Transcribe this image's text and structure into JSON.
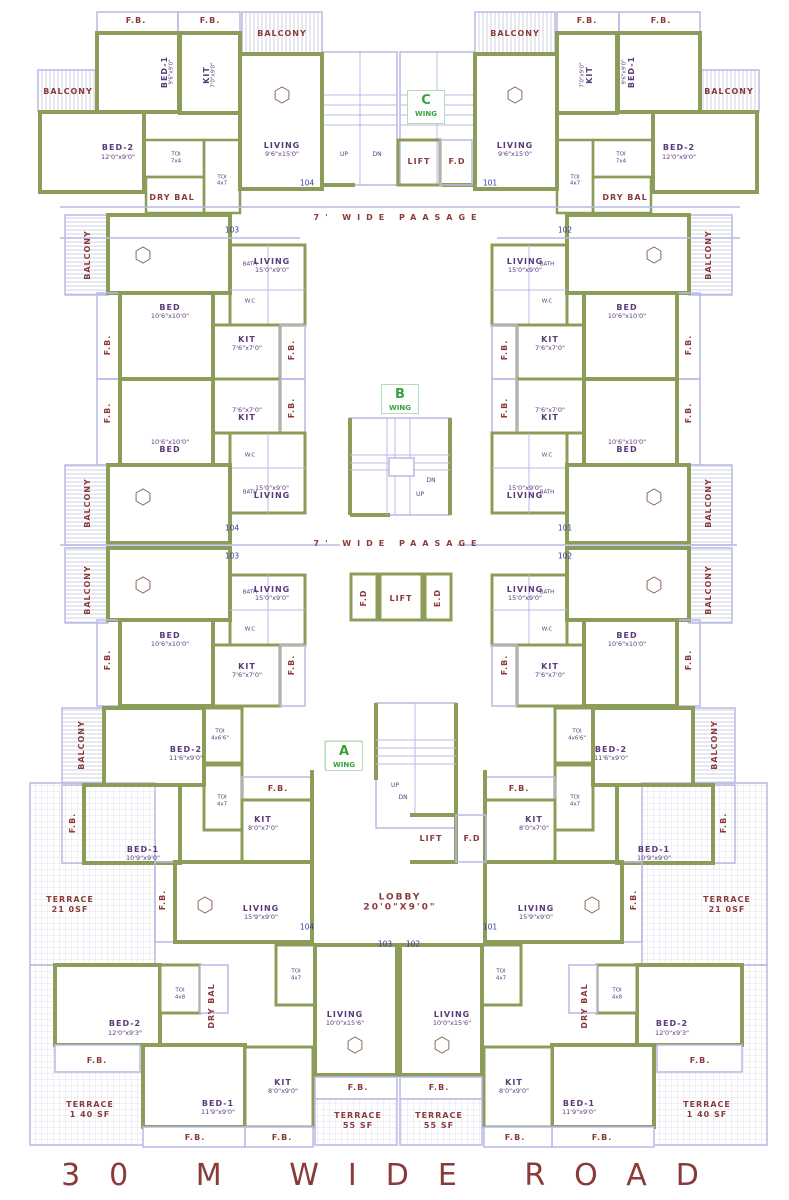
{
  "colors": {
    "wall": "#8c9d5a",
    "outline": "#b9b9e6",
    "label": "#8b3a3a",
    "unit_number": "#3a3aa0",
    "wing": "#3aa03a"
  },
  "road_label": "30 M WIDE ROAD",
  "wing_c": {
    "wing": {
      "letter": "C",
      "word": "WING"
    },
    "stairs": {
      "up": "UP",
      "dn": "DN"
    },
    "lift": "LIFT",
    "fd": "F.D",
    "passage": "7' WIDE PAASAGE",
    "left": {
      "fb1": "F.B.",
      "fb2": "F.B.",
      "balcony_top": "BALCONY",
      "balcony_side": "BALCONY",
      "bed1": "BED-1",
      "bed1_size": "9'6\"x9'0\"",
      "kit": "KIT",
      "kit_size": "7'0\"x9'0\"",
      "bed2": "BED-2",
      "bed2_size": "12'0\"x9'0\"",
      "toi1": "TOI",
      "toi1_size": "7x4",
      "toi2": "TOI",
      "toi2_size": "4x7",
      "dry_bal": "DRY BAL",
      "living": "LIVING",
      "living_size": "9'6\"x15'0\"",
      "unit": "104"
    },
    "right": {
      "fb1": "F.B.",
      "fb2": "F.B.",
      "balcony_top": "BALCONY",
      "balcony_side": "BALCONY",
      "bed1": "BED-1",
      "bed1_size": "9'6\"x9'0\"",
      "kit": "KIT",
      "kit_size": "7'0\"x9'0\"",
      "bed2": "BED-2",
      "bed2_size": "12'0\"x9'0\"",
      "toi1": "TOI",
      "toi1_size": "7x4",
      "toi2": "TOI",
      "toi2_size": "4x7",
      "dry_bal": "DRY BAL",
      "living": "LIVING",
      "living_size": "9'6\"x15'0\"",
      "unit": "101"
    }
  },
  "wing_b": {
    "wing": {
      "letter": "B",
      "word": "WING"
    },
    "stairs": {
      "up": "UP",
      "dn": "DN"
    },
    "passage": "7' WIDE PAASAGE",
    "fd": "F.D",
    "lift": "LIFT",
    "ed": "E.D",
    "units": {
      "u103": {
        "unit": "103",
        "balcony": "BALCONY",
        "living": "LIVING",
        "living_size": "15'0\"x9'0\"",
        "bath": "BATH",
        "wc": "W.C",
        "bed": "BED",
        "bed_size": "10'6\"x10'0\"",
        "kit": "KIT",
        "kit_size": "7'6\"x7'0\"",
        "fb1": "F.B.",
        "fb2": "F.B."
      },
      "u104": {
        "unit": "104",
        "balcony": "BALCONY",
        "living": "LIVING",
        "living_size": "15'0\"x9'0\"",
        "bath": "BATH",
        "wc": "W.C",
        "bed": "BED",
        "bed_size": "10'6\"x10'0\"",
        "kit": "KIT",
        "kit_size": "7'6\"x7'0\"",
        "fb1": "F.B.",
        "fb2": "F.B."
      },
      "u102": {
        "unit": "102",
        "balcony": "BALCONY",
        "living": "LIVING",
        "living_size": "15'0\"x9'0\"",
        "bath": "BATH",
        "wc": "W.C",
        "bed": "BED",
        "bed_size": "10'6\"x10'0\"",
        "kit": "KIT",
        "kit_size": "7'6\"x7'0\"",
        "fb1": "F.B.",
        "fb2": "F.B."
      },
      "u101": {
        "unit": "101",
        "balcony": "BALCONY",
        "living": "LIVING",
        "living_size": "15'0\"x9'0\"",
        "bath": "BATH",
        "wc": "W.C",
        "bed": "BED",
        "bed_size": "10'6\"x10'0\"",
        "kit": "KIT",
        "kit_size": "7'6\"x7'0\"",
        "fb1": "F.B.",
        "fb2": "F.B."
      }
    },
    "lower": {
      "u103": {
        "unit": "103",
        "balcony": "BALCONY",
        "living": "LIVING",
        "living_size": "15'0\"x9'0\"",
        "bath": "BATH",
        "wc": "W.C",
        "bed": "BED",
        "bed_size": "10'6\"x10'0\"",
        "kit": "KIT",
        "kit_size": "7'6\"x7'0\"",
        "fb1": "F.B.",
        "fb2": "F.B."
      },
      "u102": {
        "unit": "102",
        "balcony": "BALCONY",
        "living": "LIVING",
        "living_size": "15'0\"x9'0\"",
        "bath": "BATH",
        "wc": "W.C",
        "bed": "BED",
        "bed_size": "10'6\"x10'0\"",
        "kit": "KIT",
        "kit_size": "7'6\"x7'0\"",
        "fb1": "F.B.",
        "fb2": "F.B."
      }
    }
  },
  "wing_a": {
    "wing": {
      "letter": "A",
      "word": "WING"
    },
    "stairs": {
      "up": "UP",
      "dn": "DN"
    },
    "lift": "LIFT",
    "fd": "F.D",
    "lobby": "LOBBY",
    "lobby_size": "20'0\"X9'0\"",
    "left": {
      "balcony": "BALCONY",
      "bed2": "BED-2",
      "bed2_size": "11'6\"x9'0\"",
      "toi1": "TOI",
      "toi1_size": "4x6'6\"",
      "toi2": "TOI",
      "toi2_size": "4x7",
      "fb_kit": "F.B.",
      "kit": "KIT",
      "kit_size": "8'0\"x7'0\"",
      "bed1": "BED-1",
      "bed1_size": "10'9\"x9'0\"",
      "fb_bed": "F.B.",
      "fb_living": "F.B.",
      "living": "LIVING",
      "living_size": "15'9\"x9'0\"",
      "terrace": "TERRACE",
      "terrace_size": "21 0SF",
      "unit": "104"
    },
    "right": {
      "balcony": "BALCONY",
      "bed2": "BED-2",
      "bed2_size": "11'6\"x9'0\"",
      "toi1": "TOI",
      "toi1_size": "4x6'6\"",
      "toi2": "TOI",
      "toi2_size": "4x7",
      "fb_kit": "F.B.",
      "kit": "KIT",
      "kit_size": "8'0\"x7'0\"",
      "bed1": "BED-1",
      "bed1_size": "10'9\"x9'0\"",
      "fb_bed": "F.B.",
      "fb_living": "F.B.",
      "living": "LIVING",
      "living_size": "15'9\"x9'0\"",
      "terrace": "TERRACE",
      "terrace_size": "21 0SF",
      "unit": "101"
    },
    "bottom_left": {
      "unit": "103",
      "bed2": "BED-2",
      "bed2_size": "12'0\"x9'3\"",
      "toi1": "TOI",
      "toi1_size": "4x8",
      "dry_bal": "DRY BAL",
      "toi2": "TOI",
      "toi2_size": "4x7",
      "living": "LIVING",
      "living_size": "10'0\"x15'6\"",
      "fb_bed2": "F.B.",
      "kit": "KIT",
      "kit_size": "8'0\"x9'0\"",
      "bed1": "BED-1",
      "bed1_size": "11'9\"x9'0\"",
      "terrace_big": "TERRACE",
      "terrace_big_size": "1 40 SF",
      "fb_bed1": "F.B.",
      "fb_kit": "F.B.",
      "fb_living": "F.B.",
      "terrace_small": "TERRACE",
      "terrace_small_size": "55 SF"
    },
    "bottom_right": {
      "unit": "102",
      "bed2": "BED-2",
      "bed2_size": "12'0\"x9'3\"",
      "toi1": "TOI",
      "toi1_size": "4x8",
      "dry_bal": "DRY BAL",
      "toi2": "TOI",
      "toi2_size": "4x7",
      "living": "LIVING",
      "living_size": "10'0\"x15'6\"",
      "fb_bed2": "F.B.",
      "kit": "KIT",
      "kit_size": "8'0\"x9'0\"",
      "bed1": "BED-1",
      "bed1_size": "11'9\"x9'0\"",
      "terrace_big": "TERRACE",
      "terrace_big_size": "1 40 SF",
      "fb_bed1": "F.B.",
      "fb_kit": "F.B.",
      "fb_living": "F.B.",
      "terrace_small": "TERRACE",
      "terrace_small_size": "55 SF"
    }
  }
}
